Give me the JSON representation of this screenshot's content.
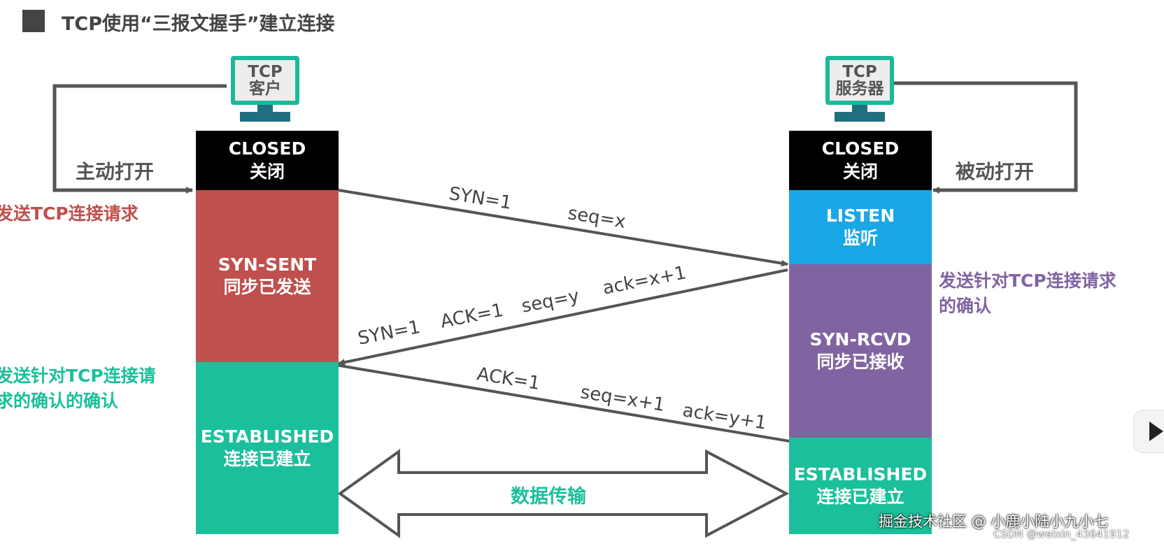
{
  "title": "TCP使用“三报文握手”建立连接",
  "client": {
    "monitor_line1": "TCP",
    "monitor_line2": "客户",
    "open_label": "主动打开",
    "states": [
      {
        "en": "CLOSED",
        "zh": "关闭",
        "color": "#000000"
      },
      {
        "en": "SYN-SENT",
        "zh": "同步已发送",
        "color": "#c0504d"
      },
      {
        "en": "ESTABLISHED",
        "zh": "连接已建立",
        "color": "#1bbf9b"
      }
    ],
    "note_send": "发送TCP连接请求",
    "note_ack_line1": "发送针对TCP连接请",
    "note_ack_line2": "求的确认的确认"
  },
  "server": {
    "monitor_line1": "TCP",
    "monitor_line2": "服务器",
    "open_label": "被动打开",
    "states": [
      {
        "en": "CLOSED",
        "zh": "关闭",
        "color": "#000000"
      },
      {
        "en": "LISTEN",
        "zh": "监听",
        "color": "#1aa7e8"
      },
      {
        "en": "SYN-RCVD",
        "zh": "同步已接收",
        "color": "#8064a2"
      },
      {
        "en": "ESTABLISHED",
        "zh": "连接已建立",
        "color": "#1bbf9b"
      }
    ],
    "note_ack_line1": "发送针对TCP连接请求",
    "note_ack_line2": "的确认"
  },
  "messages": {
    "m1": [
      "SYN=1",
      "seq=x"
    ],
    "m2": [
      "SYN=1",
      "ACK=1",
      "seq=y",
      "ack=x+1"
    ],
    "m3": [
      "ACK=1",
      "seq=x+1",
      "ack=y+1"
    ]
  },
  "data_transfer": "数据传输",
  "watermark_line1": "掘金技术社区 @ 小鹿小陆小九小七",
  "watermark_line2": "CSDN @weixin_43641912",
  "colors": {
    "red_note": "#c0504d",
    "green_note": "#1bbf9b",
    "purple_note": "#8064a2",
    "arrow": "#555555"
  }
}
